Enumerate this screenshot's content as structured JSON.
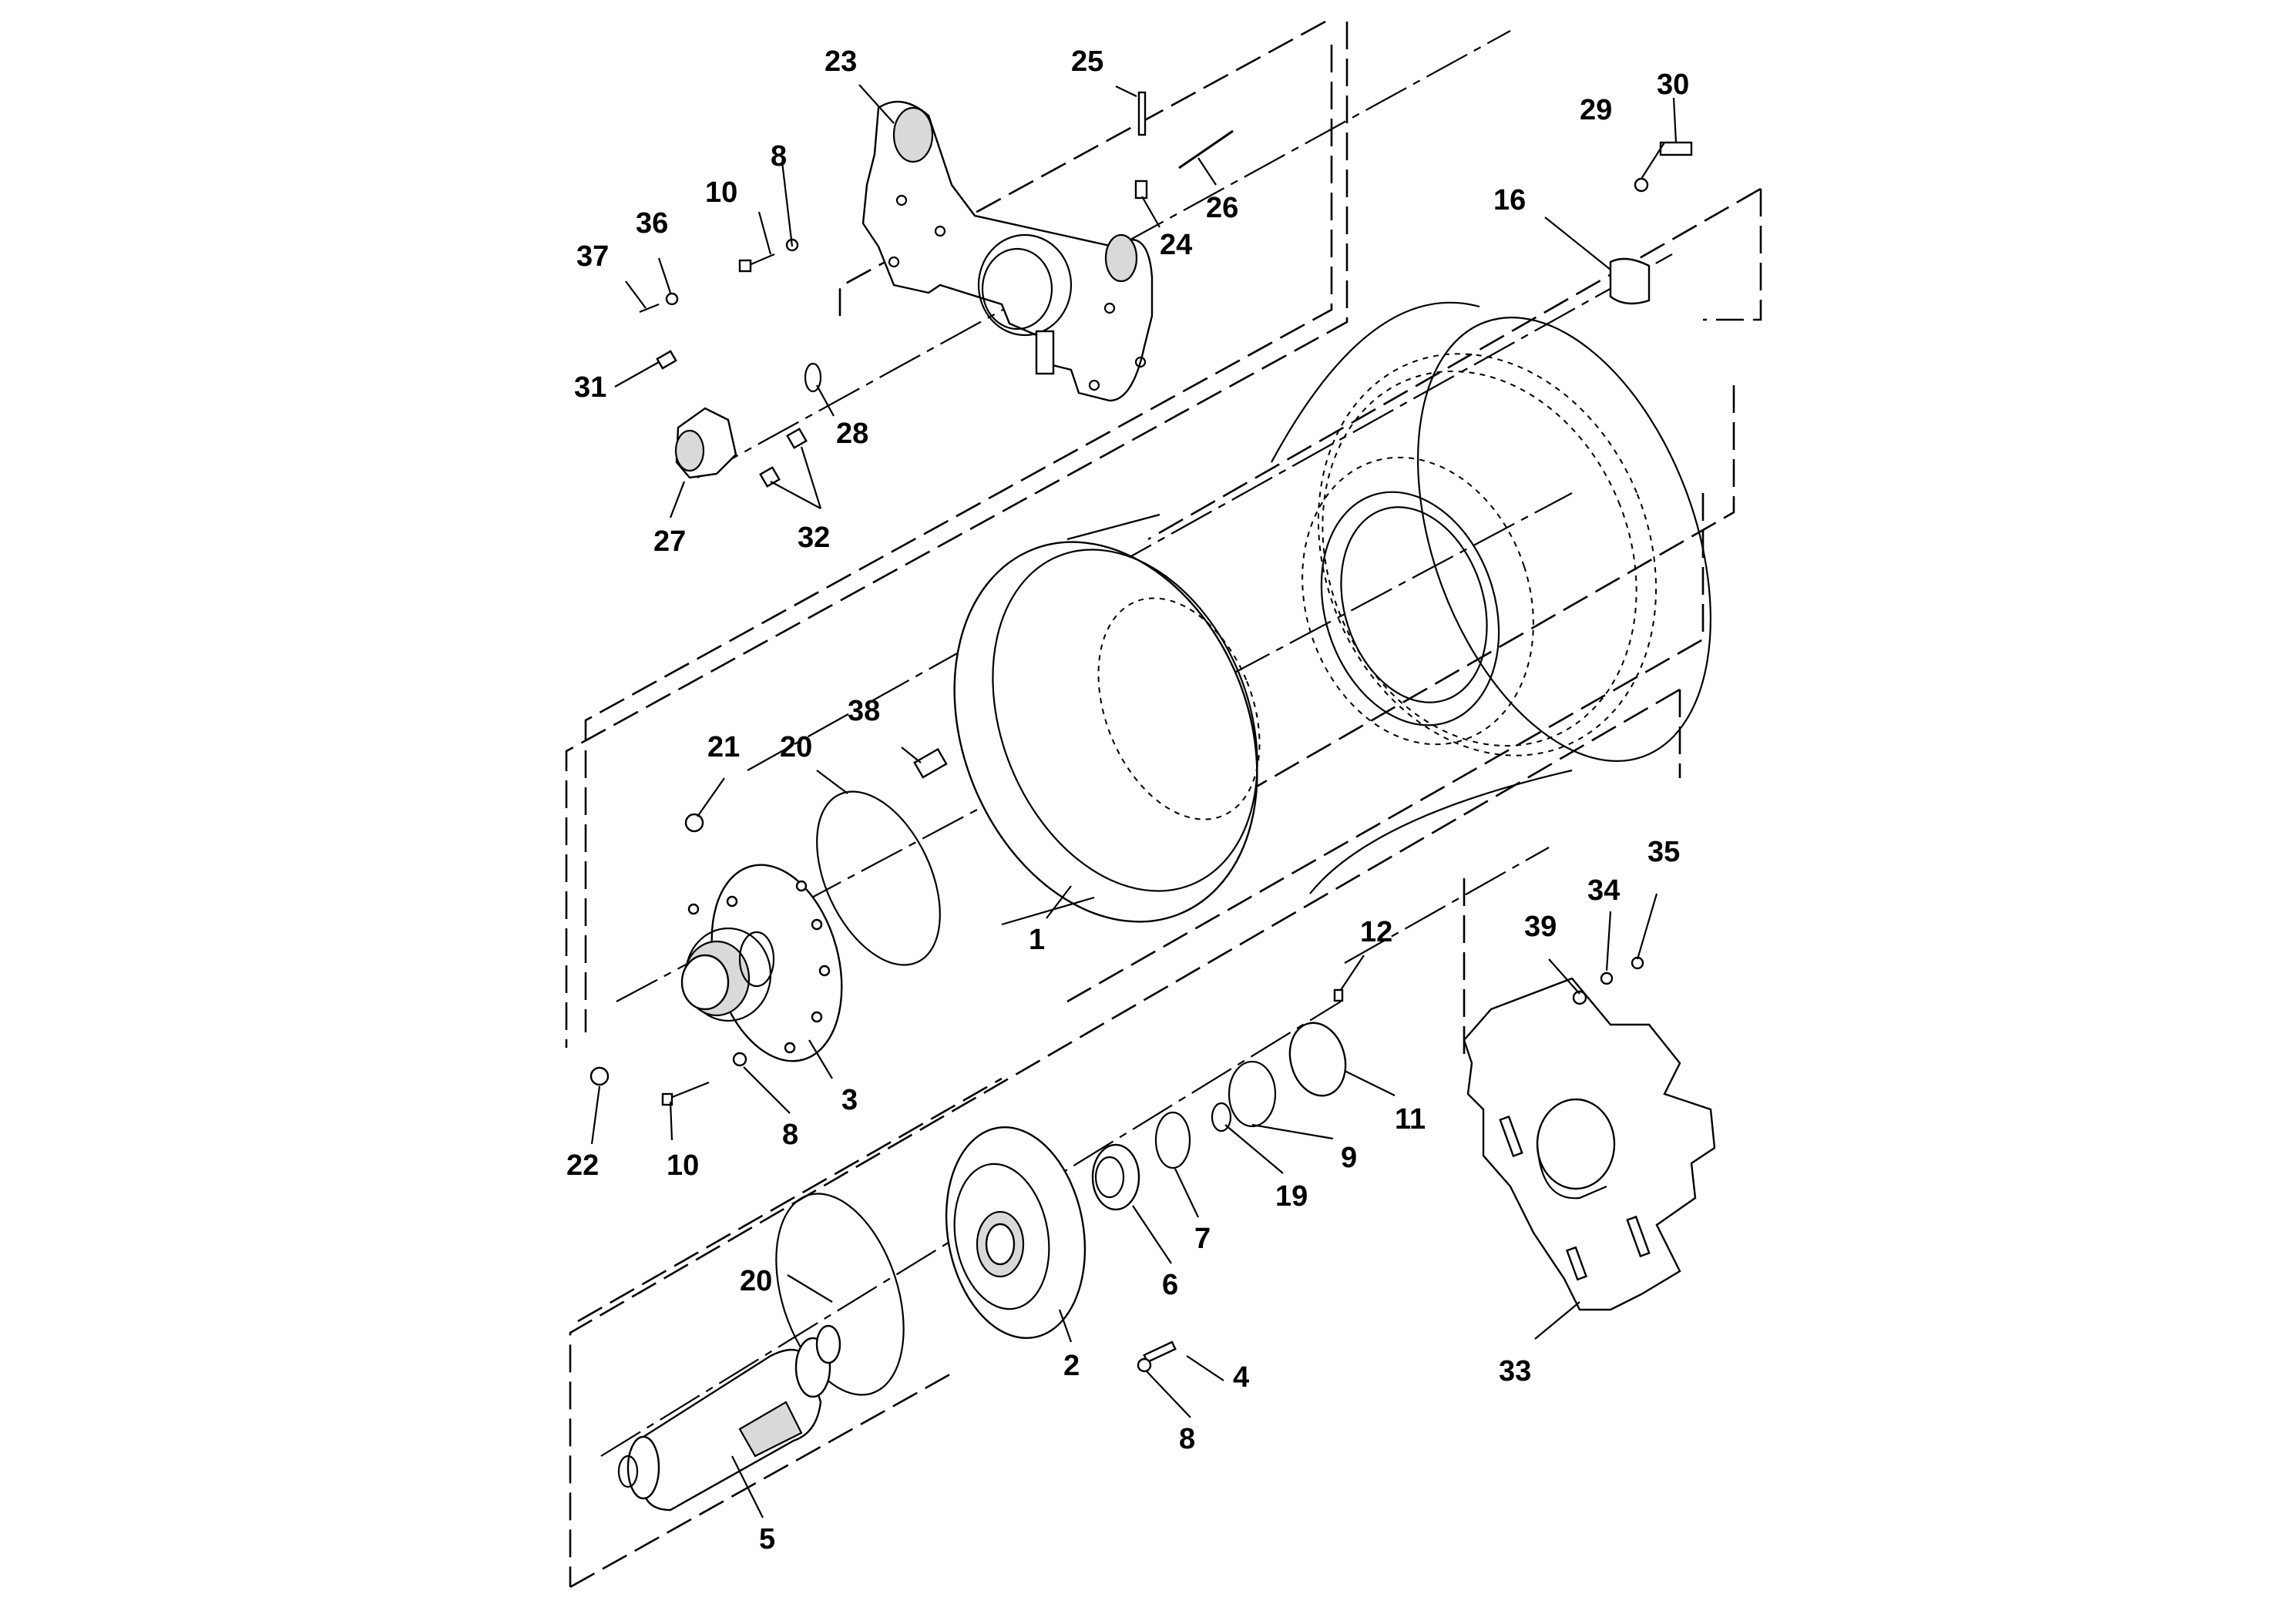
{
  "callouts": [
    {
      "id": "c1",
      "label": "1"
    },
    {
      "id": "c2",
      "label": "2"
    },
    {
      "id": "c3",
      "label": "3"
    },
    {
      "id": "c4",
      "label": "4"
    },
    {
      "id": "c5",
      "label": "5"
    },
    {
      "id": "c6",
      "label": "6"
    },
    {
      "id": "c7",
      "label": "7"
    },
    {
      "id": "c8a",
      "label": "8"
    },
    {
      "id": "c8b",
      "label": "8"
    },
    {
      "id": "c8c",
      "label": "8"
    },
    {
      "id": "c9",
      "label": "9"
    },
    {
      "id": "c10a",
      "label": "10"
    },
    {
      "id": "c10b",
      "label": "10"
    },
    {
      "id": "c11",
      "label": "11"
    },
    {
      "id": "c12",
      "label": "12"
    },
    {
      "id": "c16",
      "label": "16"
    },
    {
      "id": "c19",
      "label": "19"
    },
    {
      "id": "c20a",
      "label": "20"
    },
    {
      "id": "c20b",
      "label": "20"
    },
    {
      "id": "c21",
      "label": "21"
    },
    {
      "id": "c22",
      "label": "22"
    },
    {
      "id": "c23",
      "label": "23"
    },
    {
      "id": "c24",
      "label": "24"
    },
    {
      "id": "c25",
      "label": "25"
    },
    {
      "id": "c26",
      "label": "26"
    },
    {
      "id": "c27",
      "label": "27"
    },
    {
      "id": "c28",
      "label": "28"
    },
    {
      "id": "c29",
      "label": "29"
    },
    {
      "id": "c30",
      "label": "30"
    },
    {
      "id": "c31",
      "label": "31"
    },
    {
      "id": "c32",
      "label": "32"
    },
    {
      "id": "c33",
      "label": "33"
    },
    {
      "id": "c34",
      "label": "34"
    },
    {
      "id": "c35",
      "label": "35"
    },
    {
      "id": "c36",
      "label": "36"
    },
    {
      "id": "c37",
      "label": "37"
    },
    {
      "id": "c38",
      "label": "38"
    },
    {
      "id": "c39",
      "label": "39"
    }
  ]
}
